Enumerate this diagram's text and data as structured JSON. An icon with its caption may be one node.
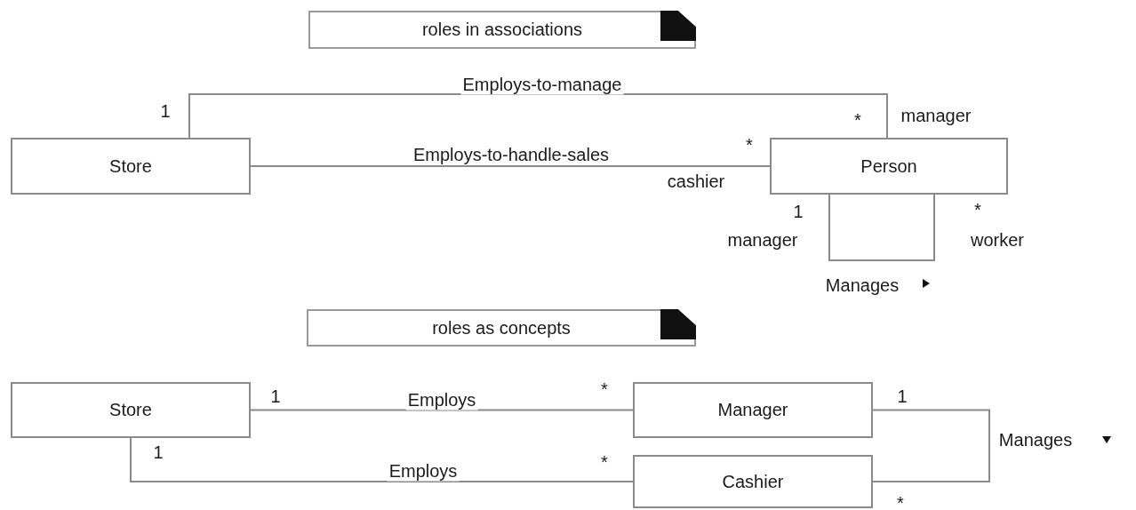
{
  "diagram": {
    "nodes": [
      {
        "text": [
          "roles in associations"
        ]
      },
      {
        "text": [
          "Store"
        ]
      },
      {
        "text": [
          "Person"
        ]
      },
      {
        "text": [
          "roles as concepts"
        ]
      },
      {
        "text": [
          "Store"
        ]
      },
      {
        "text": [
          "Manager"
        ]
      },
      {
        "text": [
          "Cashier"
        ]
      }
    ],
    "edges": [
      {
        "from": 1,
        "to": 2,
        "arrow": "none",
        "label": "Employs-to-manage"
      },
      {
        "from": 1,
        "to": 2,
        "arrow": "none",
        "label": "Employs-to-handle-sales"
      },
      {
        "from": 2,
        "to": 2,
        "arrow": "none",
        "label": "Manages"
      },
      {
        "from": 4,
        "to": 5,
        "arrow": "none",
        "label": "Employs"
      },
      {
        "from": 4,
        "to": 6,
        "arrow": "none",
        "label": "Employs"
      },
      {
        "from": 5,
        "to": 6,
        "arrow": "none",
        "label": "Manages"
      }
    ],
    "labels": [
      "1",
      "*",
      "manager",
      "*",
      "cashier",
      "1",
      "manager",
      "*",
      "worker",
      "1",
      "*",
      "1",
      "*",
      "1",
      "*"
    ]
  }
}
